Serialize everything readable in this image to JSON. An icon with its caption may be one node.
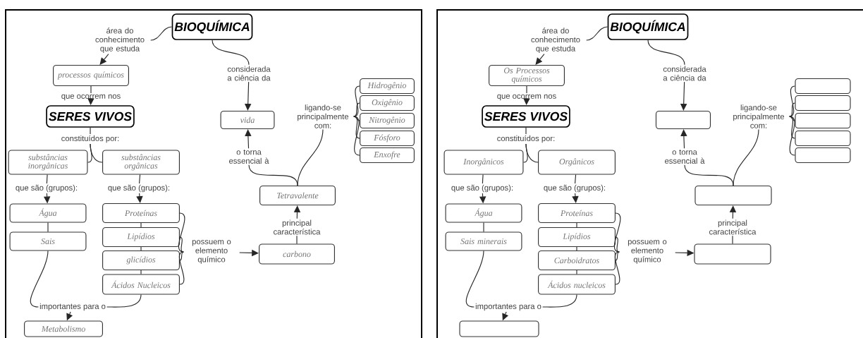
{
  "diagram": {
    "nodes": [
      {
        "text": [
          "BIOQUÍMICA"
        ]
      },
      {
        "text": [
          "área do conhecimento que estuda"
        ]
      },
      {
        "text": [
          "considerada a ciência da"
        ]
      },
      {
        "text": [
          "processos químicos"
        ]
      },
      {
        "text": [
          "que ocorrem nos"
        ]
      },
      {
        "text": [
          "SERES VIVOS"
        ]
      },
      {
        "text": [
          "vida"
        ]
      },
      {
        "text": [
          "ligando-se principalmente com:"
        ]
      },
      {
        "text": [
          "Hidrogênio"
        ]
      },
      {
        "text": [
          "Oxigênio"
        ]
      },
      {
        "text": [
          "Nitrogênio"
        ]
      },
      {
        "text": [
          "Fósforo"
        ]
      },
      {
        "text": [
          "Enxofre"
        ]
      },
      {
        "text": [
          "constituídos por:"
        ]
      },
      {
        "text": [
          "o torna essencial à"
        ]
      },
      {
        "text": [
          "substâncias inorgânicas"
        ]
      },
      {
        "text": [
          "substâncias orgânicas"
        ]
      },
      {
        "text": [
          "que são (grupos):"
        ]
      },
      {
        "text": [
          "que são (grupos):"
        ]
      },
      {
        "text": [
          "Tetravalente"
        ]
      },
      {
        "text": [
          "Água"
        ]
      },
      {
        "text": [
          "Proteínas"
        ]
      },
      {
        "text": [
          "principal característica"
        ]
      },
      {
        "text": [
          "Sais"
        ]
      },
      {
        "text": [
          "Lipídios"
        ]
      },
      {
        "text": [
          "possuem o elemento químico"
        ]
      },
      {
        "text": [
          "carbono"
        ]
      },
      {
        "text": [
          "glicídios"
        ]
      },
      {
        "text": [
          "Ácidos Nucleicos"
        ]
      },
      {
        "text": [
          "importantes para o"
        ]
      },
      {
        "text": [
          "Metabolismo"
        ]
      },
      {
        "text": [
          "BIOQUÍMICA"
        ]
      },
      {
        "text": [
          "área do conhecimento que estuda"
        ]
      },
      {
        "text": [
          "considerada a ciência da"
        ]
      },
      {
        "text": [
          "Os Processos químicos"
        ]
      },
      {
        "text": [
          "que ocorrem nos"
        ]
      },
      {
        "text": [
          "SERES VIVOS"
        ]
      },
      {
        "text": [],
        "shape": "box"
      },
      {
        "text": [
          "ligando-se principalmente com:"
        ]
      },
      {
        "text": [],
        "shape": "box"
      },
      {
        "text": [],
        "shape": "box"
      },
      {
        "text": [],
        "shape": "box"
      },
      {
        "text": [],
        "shape": "box"
      },
      {
        "text": [],
        "shape": "box"
      },
      {
        "text": [
          "constituídos por:"
        ]
      },
      {
        "text": [
          "o torna essencial à"
        ]
      },
      {
        "text": [
          "Inorgânicos"
        ]
      },
      {
        "text": [
          "Orgânicos"
        ]
      },
      {
        "text": [
          "que são (grupos):"
        ]
      },
      {
        "text": [
          "que são (grupos):"
        ]
      },
      {
        "text": [],
        "shape": "box"
      },
      {
        "text": [
          "Água"
        ]
      },
      {
        "text": [
          "Proteínas"
        ]
      },
      {
        "text": [
          "principal característica"
        ]
      },
      {
        "text": [
          "Sais minerais"
        ]
      },
      {
        "text": [
          "Lipídios"
        ]
      },
      {
        "text": [
          "possuem o elemento químico"
        ]
      },
      {
        "text": [],
        "shape": "box"
      },
      {
        "text": [
          "Carboidratos"
        ]
      },
      {
        "text": [
          "Ácidos nucleicos"
        ]
      },
      {
        "text": [
          "importantes para o"
        ]
      },
      {
        "text": [],
        "shape": "box"
      }
    ],
    "edges": [
      {
        "from": 0,
        "to": 1,
        "arrow": "none"
      },
      {
        "from": 1,
        "to": 3,
        "arrow": "to"
      },
      {
        "from": 0,
        "to": 2,
        "arrow": "none"
      },
      {
        "from": 2,
        "to": 6,
        "arrow": "to"
      },
      {
        "from": 3,
        "to": 4,
        "arrow": "none"
      },
      {
        "from": 4,
        "to": 5,
        "arrow": "to"
      },
      {
        "from": 5,
        "to": 13,
        "arrow": "none"
      },
      {
        "from": 13,
        "to": 15,
        "arrow": "none"
      },
      {
        "from": 13,
        "to": 16,
        "arrow": "none"
      },
      {
        "from": 15,
        "to": 17,
        "arrow": "none"
      },
      {
        "from": 17,
        "to": 20,
        "arrow": "to"
      },
      {
        "from": 16,
        "to": 18,
        "arrow": "none"
      },
      {
        "from": 18,
        "to": 21,
        "arrow": "to"
      },
      {
        "from": 20,
        "to": 23,
        "arrow": "none"
      },
      {
        "from": 21,
        "to": 24,
        "arrow": "none"
      },
      {
        "from": 24,
        "to": 27,
        "arrow": "none"
      },
      {
        "from": 27,
        "to": 28,
        "arrow": "none"
      },
      {
        "from": 19,
        "to": 14,
        "arrow": "none"
      },
      {
        "from": 14,
        "to": 6,
        "arrow": "to"
      },
      {
        "from": 19,
        "to": 7,
        "arrow": "none"
      },
      {
        "from": 7,
        "to": 8,
        "arrow": "none"
      },
      {
        "from": 7,
        "to": 9,
        "arrow": "none"
      },
      {
        "from": 7,
        "to": 10,
        "arrow": "none"
      },
      {
        "from": 7,
        "to": 11,
        "arrow": "none"
      },
      {
        "from": 7,
        "to": 12,
        "arrow": "none"
      },
      {
        "from": 21,
        "to": 25,
        "arrow": "none"
      },
      {
        "from": 24,
        "to": 25,
        "arrow": "none"
      },
      {
        "from": 27,
        "to": 25,
        "arrow": "none"
      },
      {
        "from": 28,
        "to": 25,
        "arrow": "none"
      },
      {
        "from": 25,
        "to": 26,
        "arrow": "to"
      },
      {
        "from": 26,
        "to": 22,
        "arrow": "none"
      },
      {
        "from": 22,
        "to": 19,
        "arrow": "to"
      },
      {
        "from": 23,
        "to": 29,
        "arrow": "none"
      },
      {
        "from": 28,
        "to": 29,
        "arrow": "none"
      },
      {
        "from": 29,
        "to": 30,
        "arrow": "to"
      },
      {
        "from": 31,
        "to": 32,
        "arrow": "none"
      },
      {
        "from": 32,
        "to": 34,
        "arrow": "to"
      },
      {
        "from": 31,
        "to": 33,
        "arrow": "none"
      },
      {
        "from": 33,
        "to": 37,
        "arrow": "to"
      },
      {
        "from": 34,
        "to": 35,
        "arrow": "none"
      },
      {
        "from": 35,
        "to": 36,
        "arrow": "to"
      },
      {
        "from": 36,
        "to": 44,
        "arrow": "none"
      },
      {
        "from": 44,
        "to": 46,
        "arrow": "none"
      },
      {
        "from": 44,
        "to": 47,
        "arrow": "none"
      },
      {
        "from": 46,
        "to": 48,
        "arrow": "none"
      },
      {
        "from": 48,
        "to": 51,
        "arrow": "to"
      },
      {
        "from": 47,
        "to": 49,
        "arrow": "none"
      },
      {
        "from": 49,
        "to": 52,
        "arrow": "to"
      },
      {
        "from": 51,
        "to": 54,
        "arrow": "none"
      },
      {
        "from": 52,
        "to": 55,
        "arrow": "none"
      },
      {
        "from": 55,
        "to": 58,
        "arrow": "none"
      },
      {
        "from": 58,
        "to": 59,
        "arrow": "none"
      },
      {
        "from": 50,
        "to": 45,
        "arrow": "none"
      },
      {
        "from": 45,
        "to": 37,
        "arrow": "to"
      },
      {
        "from": 50,
        "to": 38,
        "arrow": "none"
      },
      {
        "from": 38,
        "to": 39,
        "arrow": "none"
      },
      {
        "from": 38,
        "to": 40,
        "arrow": "none"
      },
      {
        "from": 38,
        "to": 41,
        "arrow": "none"
      },
      {
        "from": 38,
        "to": 42,
        "arrow": "none"
      },
      {
        "from": 38,
        "to": 43,
        "arrow": "none"
      },
      {
        "from": 52,
        "to": 56,
        "arrow": "none"
      },
      {
        "from": 55,
        "to": 56,
        "arrow": "none"
      },
      {
        "from": 58,
        "to": 56,
        "arrow": "none"
      },
      {
        "from": 59,
        "to": 56,
        "arrow": "none"
      },
      {
        "from": 56,
        "to": 57,
        "arrow": "to"
      },
      {
        "from": 57,
        "to": 53,
        "arrow": "none"
      },
      {
        "from": 53,
        "to": 50,
        "arrow": "to"
      },
      {
        "from": 54,
        "to": 60,
        "arrow": "none"
      },
      {
        "from": 59,
        "to": 60,
        "arrow": "none"
      },
      {
        "from": 60,
        "to": 61,
        "arrow": "to"
      }
    ]
  }
}
